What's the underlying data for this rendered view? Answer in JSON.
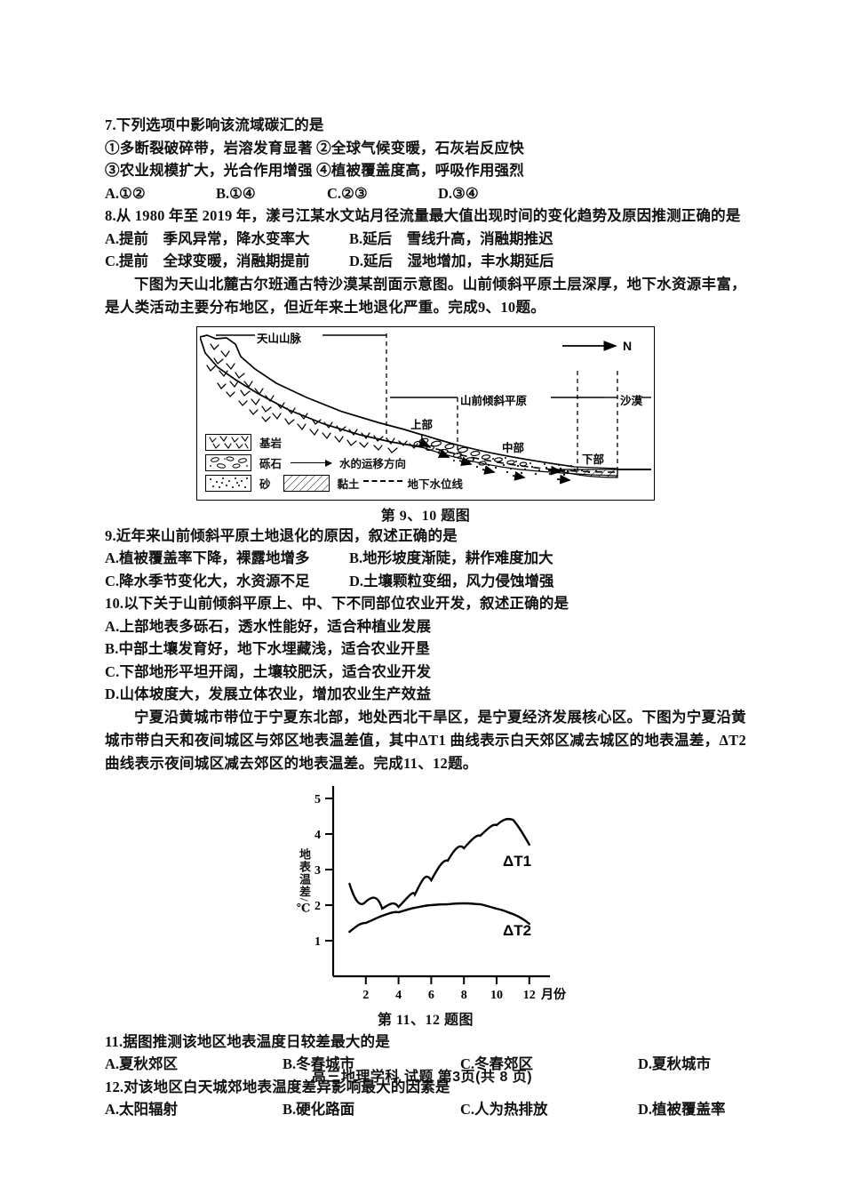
{
  "document": {
    "footer": "高三地理学科  试题  第3页(共 8 页)"
  },
  "questions": [
    {
      "id": "q7",
      "stem": "7.下列选项中影响该流域碳汇的是",
      "statements": [
        "①多断裂破碎带，岩溶发育显著 ②全球气候变暖，石灰岩反应快",
        "③农业规模扩大，光合作用增强 ④植被覆盖度高，呼吸作用强烈"
      ],
      "options": [
        "A.①②",
        "B.①④",
        "C.②③",
        "D.③④"
      ]
    },
    {
      "id": "q8",
      "stem": "8.从 1980 年至 2019 年，漾弓江某水文站月径流量最大值出现时间的变化趋势及原因推测正确的是",
      "options_rows": [
        [
          "A.提前　季风异常，降水变率大",
          "B.延后　雪线升高，消融期推迟"
        ],
        [
          "C.提前　全球变暖，消融期提前",
          "D.延后　湿地增加，丰水期延后"
        ]
      ]
    },
    {
      "id": "q9",
      "stem": "9.近年来山前倾斜平原土地退化的原因，叙述正确的是",
      "options_rows": [
        [
          "A.植被覆盖率下降，裸露地增多",
          "B.地形坡度渐陡，耕作难度加大"
        ],
        [
          "C.降水季节变化大，水资源不足",
          "D.土壤颗粒变细，风力侵蚀增强"
        ]
      ]
    },
    {
      "id": "q10",
      "stem": "10.以下关于山前倾斜平原上、中、下不同部位农业开发，叙述正确的是",
      "options_lines": [
        "A.上部地表多砾石，透水性能好，适合种植业发展",
        "B.中部土壤发育好，地下水埋藏浅，适合农业开垦",
        "C.下部地形平坦开阔，土壤较肥沃，适合农业开发",
        "D.山体坡度大，发展立体农业，增加农业生产效益"
      ]
    },
    {
      "id": "q11",
      "stem": "11.据图推测该地区地表温度日较差最大的是",
      "options": [
        "A.夏秋郊区",
        "B.冬春城市",
        "C.冬春郊区",
        "D.夏秋城市"
      ]
    },
    {
      "id": "q12",
      "stem": "12.对该地区白天城郊地表温度差异影响最大的因素是",
      "options": [
        "A.太阳辐射",
        "B.硬化路面",
        "C.人为热排放",
        "D.植被覆盖率"
      ]
    }
  ],
  "passages": {
    "tianshan": "下图为天山北麓古尔班通古特沙漠某剖面示意图。山前倾斜平原土层深厚，地下水资源丰富，是人类活动主要分布地区，但近年来土地退化严重。完成9、10题。",
    "ningxia": "宁夏沿黄城市带位于宁夏东北部，地处西北干旱区，是宁夏经济发展核心区。下图为宁夏沿黄城市带白天和夜间城区与郊区地表温差值，其中ΔT1 曲线表示白天郊区减去城区的地表温差，ΔT2 曲线表示夜间城区减去郊区的地表温差。完成11、12题。"
  },
  "figure_cross_section": {
    "caption": "第 9、10 题图",
    "labels": {
      "mountain": "天山山脉",
      "plain": "山前倾斜平原",
      "desert": "沙漠",
      "upper": "上部",
      "middle": "中部",
      "lower": "下部",
      "north": "N"
    },
    "legend": [
      {
        "icon": "bedrock-swatch",
        "label": "基岩"
      },
      {
        "icon": "gravel-swatch",
        "label": "砾石"
      },
      {
        "icon": "sand-swatch",
        "label": "砂"
      },
      {
        "icon": "clay-swatch",
        "label": "黏土"
      }
    ],
    "legend_extra": {
      "water_direction": "水的运移方向",
      "water_table": "地下水位线"
    }
  },
  "chart_data": {
    "type": "line",
    "title": "",
    "caption": "第 11、12 题图",
    "xlabel": "月份",
    "ylabel": "地表温差/℃",
    "xlim": [
      0,
      13
    ],
    "ylim": [
      0,
      5
    ],
    "xticks": [
      2,
      4,
      6,
      8,
      10,
      12
    ],
    "yticks": [
      1,
      2,
      3,
      4,
      5
    ],
    "grid": false,
    "legend_position": "inline-annotation",
    "x": [
      1,
      2,
      3,
      4,
      5,
      6,
      7,
      8,
      9,
      10,
      10.5,
      11,
      12
    ],
    "series": [
      {
        "name": "ΔT1",
        "label": "ΔT1",
        "description": "白天郊区减去城区的地表温差",
        "values": [
          2.6,
          2.1,
          1.9,
          1.95,
          2.25,
          2.7,
          3.15,
          3.6,
          3.95,
          4.18,
          4.2,
          4.1,
          3.7
        ]
      },
      {
        "name": "ΔT2",
        "label": "ΔT2",
        "description": "夜间城区减去郊区的地表温差",
        "values": [
          1.25,
          1.5,
          1.68,
          1.8,
          1.9,
          1.97,
          2.03,
          2.05,
          2.02,
          1.93,
          1.88,
          1.8,
          1.65
        ]
      }
    ]
  }
}
